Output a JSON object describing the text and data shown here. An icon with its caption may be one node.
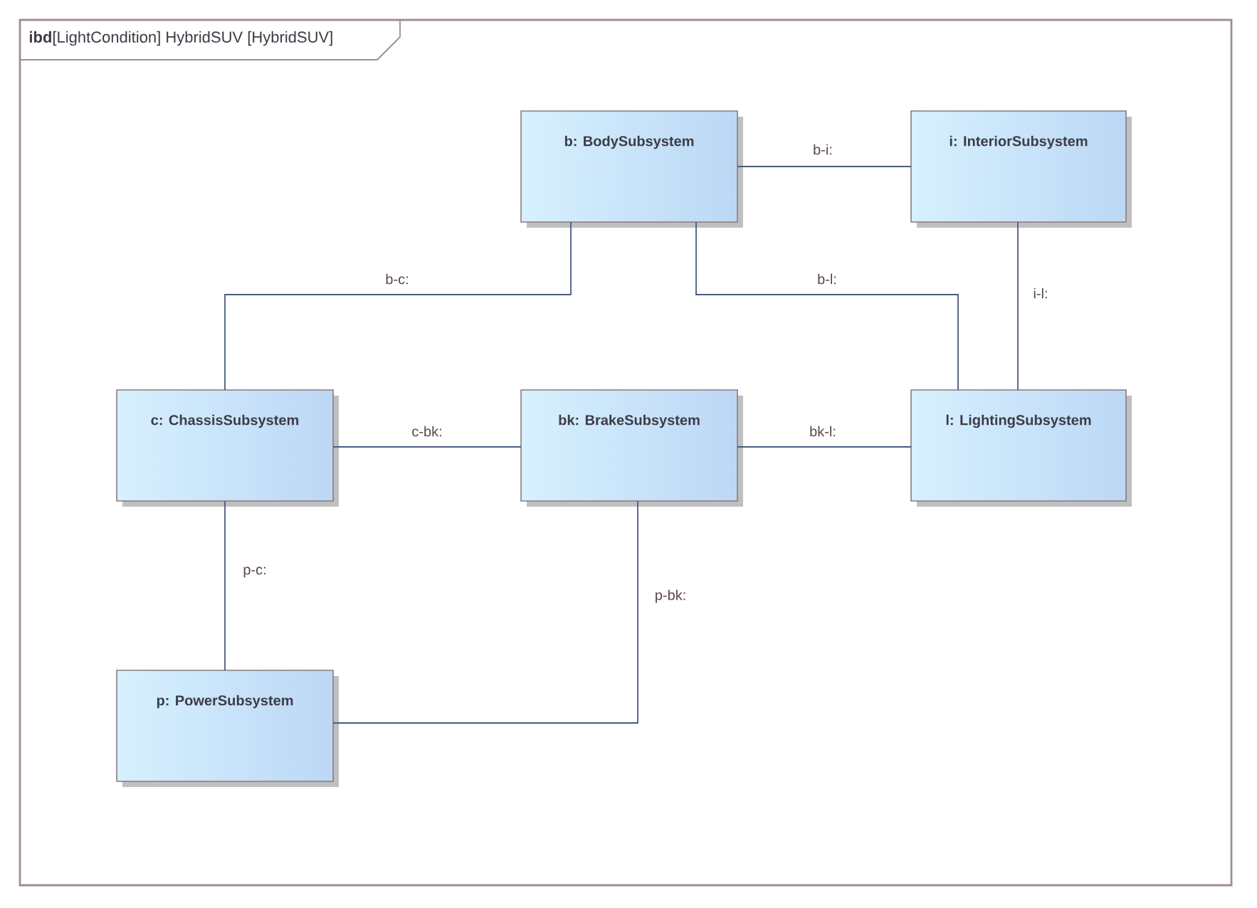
{
  "diagram": {
    "title": "**ibd**[LightCondition] HybridSUV [HybridSUV]",
    "nodes": [
      {
        "text": [
          "b: BodySubsystem"
        ]
      },
      {
        "text": [
          "i: InteriorSubsystem"
        ]
      },
      {
        "text": [
          "c: ChassisSubsystem"
        ]
      },
      {
        "text": [
          "bk: BrakeSubsystem"
        ]
      },
      {
        "text": [
          "l: LightingSubsystem"
        ]
      },
      {
        "text": [
          "p: PowerSubsystem"
        ]
      }
    ],
    "edges": [
      {
        "from": 0,
        "to": 1,
        "arrow": "none",
        "label": "b-i:"
      },
      {
        "from": 0,
        "to": 2,
        "arrow": "none",
        "label": "b-c:"
      },
      {
        "from": 0,
        "to": 4,
        "arrow": "none",
        "label": "b-l:"
      },
      {
        "from": 1,
        "to": 4,
        "arrow": "none",
        "label": "i-l:"
      },
      {
        "from": 2,
        "to": 3,
        "arrow": "none",
        "label": "c-bk:"
      },
      {
        "from": 3,
        "to": 4,
        "arrow": "none",
        "label": "bk-l:"
      },
      {
        "from": 5,
        "to": 2,
        "arrow": "none",
        "label": "p-c:"
      },
      {
        "from": 5,
        "to": 3,
        "arrow": "none",
        "label": "p-bk:"
      }
    ]
  }
}
